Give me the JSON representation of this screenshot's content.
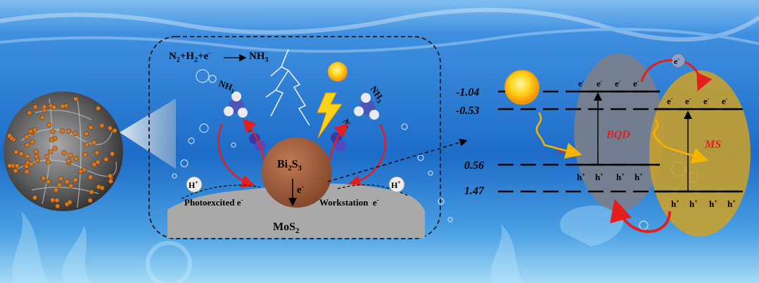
{
  "reaction": {
    "lhs_n2": "N",
    "lhs_n2_sub": "2",
    "lhs_plus1": "+H",
    "lhs_h2_sub": "2",
    "lhs_rest": "+e",
    "lhs_sup": "-",
    "rhs": "NH",
    "rhs_sub": "3"
  },
  "molecules": {
    "nh3_left": "NH",
    "nh3_left_sub": "3",
    "nh3_right": "NH",
    "nh3_right_sub": "3",
    "n2_left": "N",
    "n2_left_sub": "2",
    "n2_right": "N",
    "n2_right_sub": "2"
  },
  "center": {
    "bi2s3_a": "Bi",
    "bi2s3_a_sub": "2",
    "bi2s3_b": "S",
    "bi2s3_b_sub": "3",
    "electron": "e",
    "electron_sup": "-",
    "mos2": "MoS",
    "mos2_sub": "2",
    "photoexcited": "Photoexcited e",
    "photoexcited_sup": "-",
    "workstation": "Workstation  e",
    "workstation_sup": "-",
    "h_plus": "H",
    "h_plus_sup": "+"
  },
  "band_diagram": {
    "levels": [
      "-1.04",
      "-0.53",
      "0.56",
      "1.47"
    ],
    "bqd_label": "BQD",
    "ms_label": "MS",
    "hv_label": "hv",
    "electron": "e",
    "electron_sup": "-",
    "hole": "h",
    "hole_sup": "+"
  },
  "colors": {
    "water_top": "#5aa6e6",
    "water_mid": "#1c6fc9",
    "water_bottom": "#7cc2ef",
    "bi2s3": "#9a5a3a",
    "mos2": "#a8a8a8",
    "bqd": "#7b7f8c",
    "ms": "#c9a02a",
    "label_red": "#e01f1f",
    "arrow_red": "#e51d1d"
  }
}
